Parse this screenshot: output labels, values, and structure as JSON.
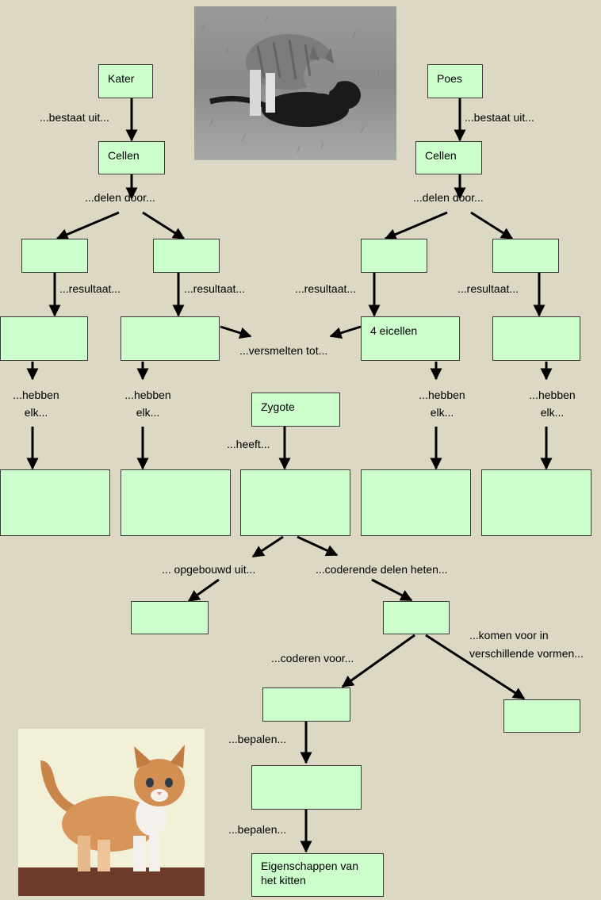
{
  "boxes": {
    "kater": "Kater",
    "poes": "Poes",
    "cellen_left": "Cellen",
    "cellen_right": "Cellen",
    "eicellen": "4 eicellen",
    "zygote": "Zygote",
    "kitten": "Eigenschappen  van het kitten"
  },
  "labels": {
    "bestaat_uit_left": "...bestaat uit...",
    "bestaat_uit_right": "...bestaat uit...",
    "delen_door_left": "...delen door...",
    "delen_door_right": "...delen door...",
    "resultaat_1": "...resultaat...",
    "resultaat_2": "...resultaat...",
    "resultaat_3": "...resultaat...",
    "resultaat_4": "...resultaat...",
    "versmelten_tot": "...versmelten tot...",
    "hebben_elk_1a": "...hebben",
    "hebben_elk_1b": "elk...",
    "hebben_elk_2a": "...hebben",
    "hebben_elk_2b": "elk...",
    "hebben_elk_3a": "...hebben",
    "hebben_elk_3b": "elk...",
    "hebben_elk_4a": "...hebben",
    "hebben_elk_4b": "elk...",
    "heeft": "...heeft...",
    "opgebouwd_uit": "... opgebouwd uit...",
    "coderende_delen": "...coderende delen heten...",
    "coderen_voor": "...coderen voor...",
    "komen_voor_a": "...komen voor in",
    "komen_voor_b": "verschillende vormen...",
    "bepalen_1": "...bepalen...",
    "bepalen_2": "...bepalen..."
  },
  "colors": {
    "background": "#ddd8c3",
    "box_fill": "#ccffcc",
    "arrow": "#000000"
  },
  "images": {
    "top_photo": "cats-on-grass-photo",
    "bottom_photo": "ginger-kitten-photo"
  }
}
